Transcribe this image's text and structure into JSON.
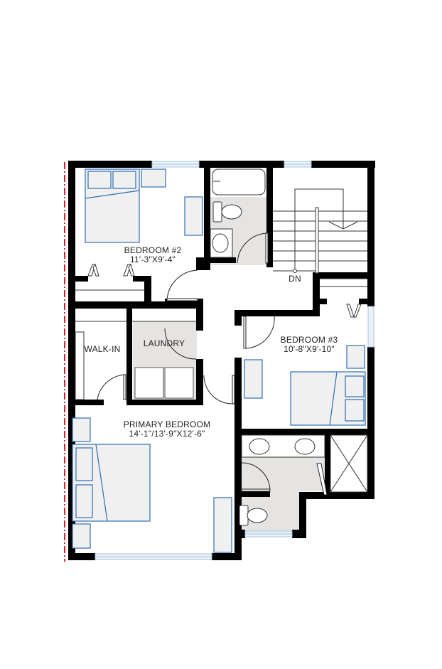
{
  "floor_plan": {
    "rooms": [
      {
        "id": "bedroom-2",
        "name": "BEDROOM #2",
        "dimensions": "11'-3\"X9'-4\""
      },
      {
        "id": "bedroom-3",
        "name": "BEDROOM #3",
        "dimensions": "10'-8\"X9'-10\""
      },
      {
        "id": "walk-in",
        "name": "WALK-IN"
      },
      {
        "id": "laundry",
        "name": "LAUNDRY"
      },
      {
        "id": "primary-bedroom",
        "name": "PRIMARY BEDROOM",
        "dimensions": "14'-1\"/13'-9\"X12'-6\""
      }
    ],
    "stair_label": "DN",
    "colors": {
      "wall": "#000000",
      "furniture_stroke": "#2e6db4",
      "furniture_fill": "#f0f0f0",
      "wet_area_fill": "#e6e4e2",
      "window": "#a9c4dc",
      "property_line": "#e0202a"
    }
  }
}
